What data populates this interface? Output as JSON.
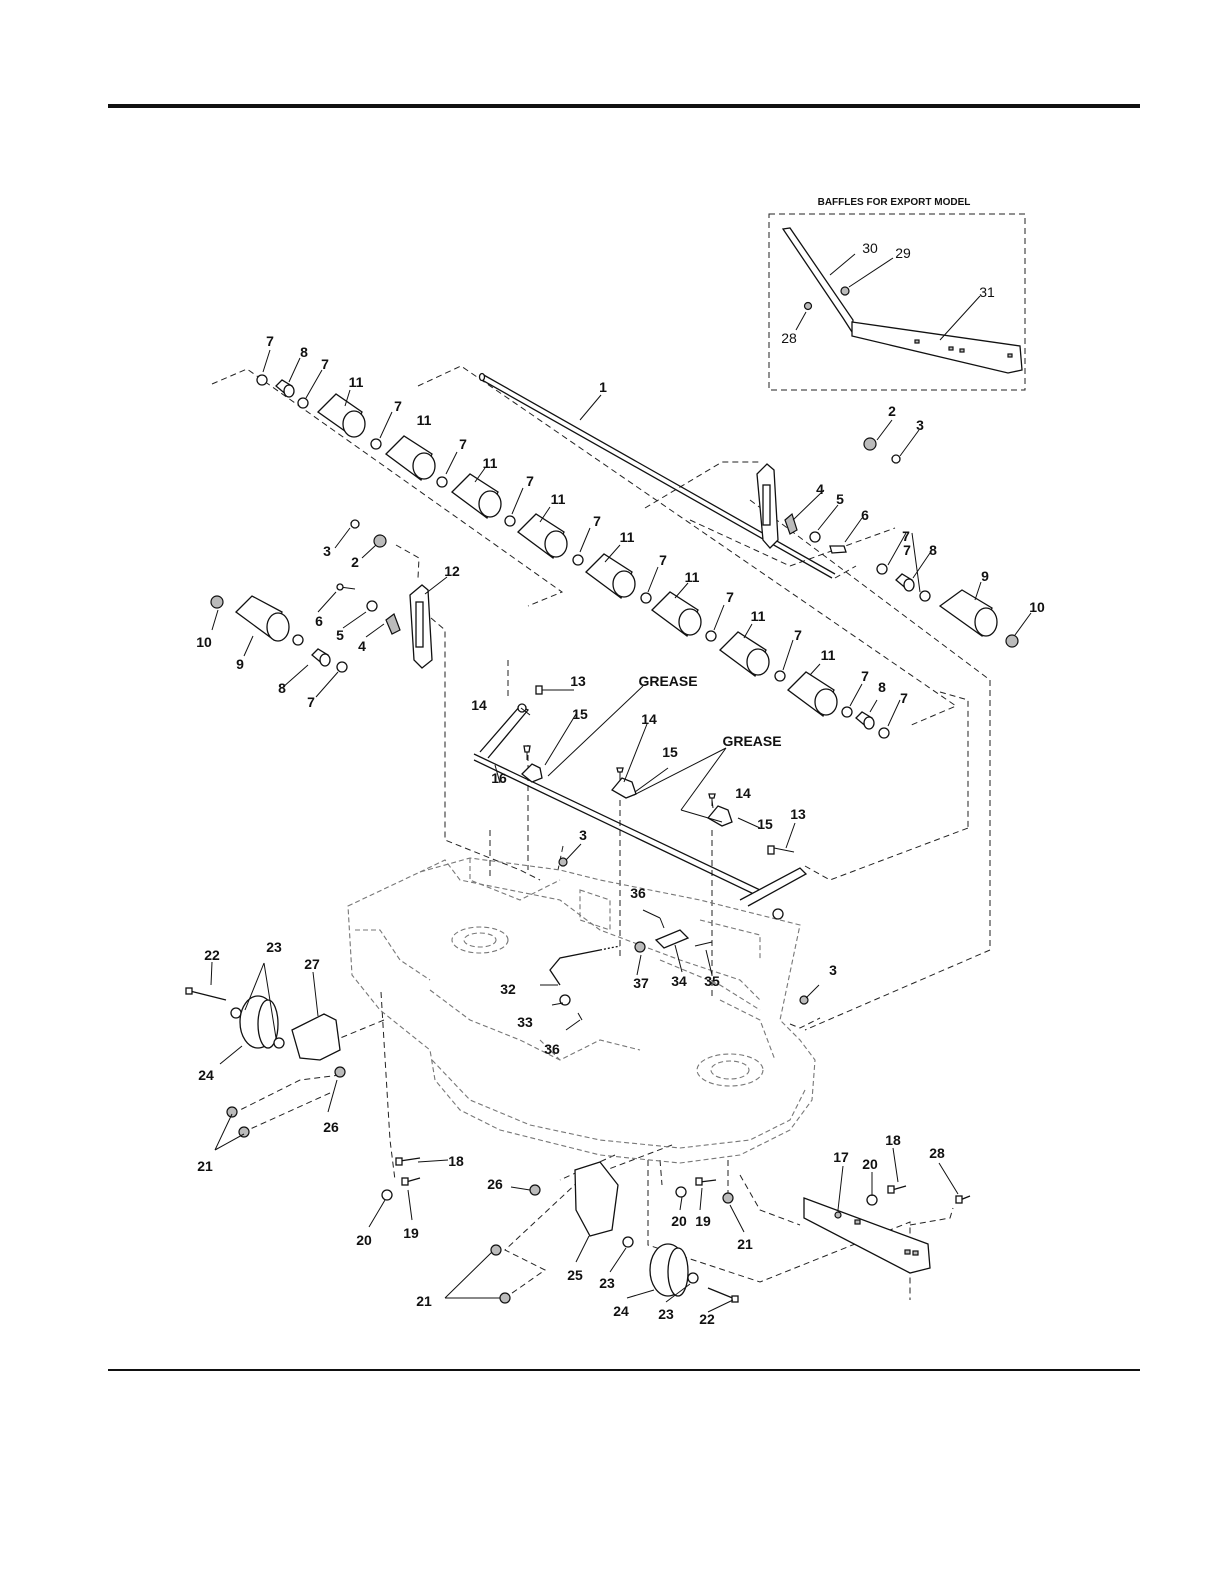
{
  "inset": {
    "title": "BAFFLES FOR EXPORT MODEL"
  },
  "notes": {
    "grease": "GREASE"
  },
  "callouts": [
    {
      "id": "c1",
      "text": "1"
    },
    {
      "id": "c2a",
      "text": "2"
    },
    {
      "id": "c3a",
      "text": "3"
    },
    {
      "id": "c4a",
      "text": "4"
    },
    {
      "id": "c5a",
      "text": "5"
    },
    {
      "id": "c6a",
      "text": "6"
    },
    {
      "id": "c7r1",
      "text": "7"
    },
    {
      "id": "c8r",
      "text": "8"
    },
    {
      "id": "c7r2",
      "text": "7"
    },
    {
      "id": "c9r",
      "text": "9"
    },
    {
      "id": "c10r",
      "text": "10"
    },
    {
      "id": "c7t1",
      "text": "7"
    },
    {
      "id": "c8t",
      "text": "8"
    },
    {
      "id": "c7t2",
      "text": "7"
    },
    {
      "id": "c11a",
      "text": "11"
    },
    {
      "id": "c7b",
      "text": "7"
    },
    {
      "id": "c11b",
      "text": "11"
    },
    {
      "id": "c7c",
      "text": "7"
    },
    {
      "id": "c11c",
      "text": "11"
    },
    {
      "id": "c7d",
      "text": "7"
    },
    {
      "id": "c11d",
      "text": "11"
    },
    {
      "id": "c7e",
      "text": "7"
    },
    {
      "id": "c11e",
      "text": "11"
    },
    {
      "id": "c7f",
      "text": "7"
    },
    {
      "id": "c11f",
      "text": "11"
    },
    {
      "id": "c7g",
      "text": "7"
    },
    {
      "id": "c11g",
      "text": "11"
    },
    {
      "id": "c7h",
      "text": "7"
    },
    {
      "id": "c11h",
      "text": "11"
    },
    {
      "id": "c7i",
      "text": "7"
    },
    {
      "id": "c8i",
      "text": "8"
    },
    {
      "id": "c7j",
      "text": "7"
    },
    {
      "id": "c3b",
      "text": "3"
    },
    {
      "id": "c2b",
      "text": "2"
    },
    {
      "id": "c12",
      "text": "12"
    },
    {
      "id": "c6b",
      "text": "6"
    },
    {
      "id": "c5b",
      "text": "5"
    },
    {
      "id": "c4b",
      "text": "4"
    },
    {
      "id": "c10l",
      "text": "10"
    },
    {
      "id": "c9l",
      "text": "9"
    },
    {
      "id": "c8l",
      "text": "8"
    },
    {
      "id": "c7l",
      "text": "7"
    },
    {
      "id": "c13a",
      "text": "13"
    },
    {
      "id": "c14a",
      "text": "14"
    },
    {
      "id": "c15a",
      "text": "15"
    },
    {
      "id": "c16",
      "text": "16"
    },
    {
      "id": "c14b",
      "text": "14"
    },
    {
      "id": "c15b",
      "text": "15"
    },
    {
      "id": "c14c",
      "text": "14"
    },
    {
      "id": "c15c",
      "text": "15"
    },
    {
      "id": "c13b",
      "text": "13"
    },
    {
      "id": "c3c",
      "text": "3"
    },
    {
      "id": "c36a",
      "text": "36"
    },
    {
      "id": "c32",
      "text": "32"
    },
    {
      "id": "c37",
      "text": "37"
    },
    {
      "id": "c34",
      "text": "34"
    },
    {
      "id": "c35",
      "text": "35"
    },
    {
      "id": "c33",
      "text": "33"
    },
    {
      "id": "c36b",
      "text": "36"
    },
    {
      "id": "c3d",
      "text": "3"
    },
    {
      "id": "c22a",
      "text": "22"
    },
    {
      "id": "c23a",
      "text": "23"
    },
    {
      "id": "c27",
      "text": "27"
    },
    {
      "id": "c24a",
      "text": "24"
    },
    {
      "id": "c26a",
      "text": "26"
    },
    {
      "id": "c21a",
      "text": "21"
    },
    {
      "id": "c18a",
      "text": "18"
    },
    {
      "id": "c20a",
      "text": "20"
    },
    {
      "id": "c19a",
      "text": "19"
    },
    {
      "id": "c26b",
      "text": "26"
    },
    {
      "id": "c25",
      "text": "25"
    },
    {
      "id": "c23b",
      "text": "23"
    },
    {
      "id": "c24b",
      "text": "24"
    },
    {
      "id": "c23c",
      "text": "23"
    },
    {
      "id": "c22b",
      "text": "22"
    },
    {
      "id": "c21b",
      "text": "21"
    },
    {
      "id": "c20b",
      "text": "20"
    },
    {
      "id": "c19b",
      "text": "19"
    },
    {
      "id": "c21c",
      "text": "21"
    },
    {
      "id": "c17",
      "text": "17"
    },
    {
      "id": "c20c",
      "text": "20"
    },
    {
      "id": "c18b",
      "text": "18"
    },
    {
      "id": "c28a",
      "text": "28"
    }
  ],
  "inset_callouts": [
    {
      "id": "i30",
      "text": "30"
    },
    {
      "id": "i29",
      "text": "29"
    },
    {
      "id": "i31",
      "text": "31"
    },
    {
      "id": "i28",
      "text": "28"
    }
  ]
}
